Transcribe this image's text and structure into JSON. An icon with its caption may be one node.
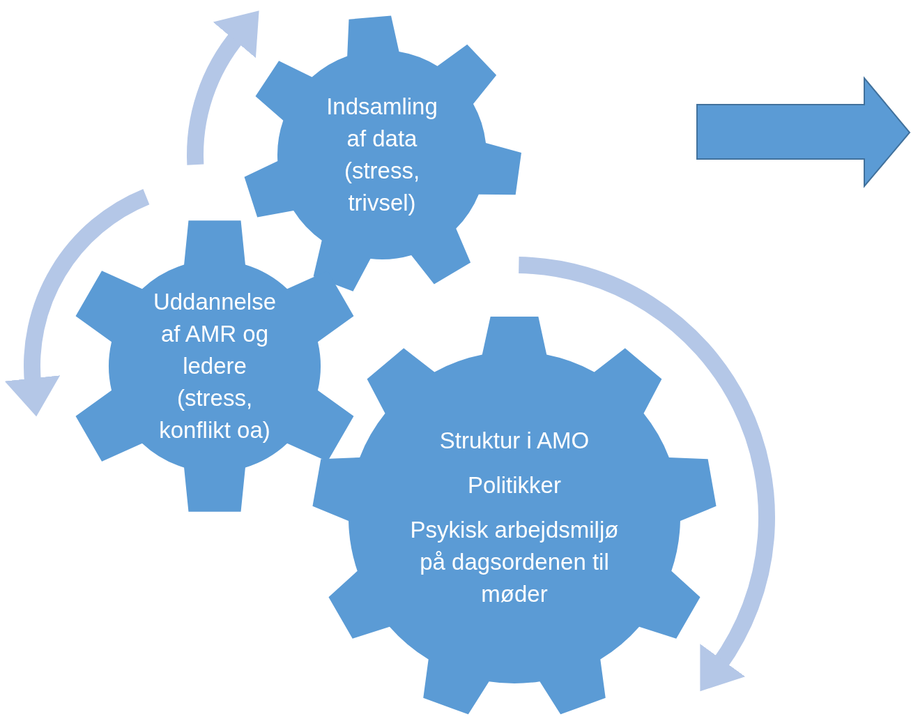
{
  "diagram": {
    "nodes": [
      {
        "text": [
          "Indsamling af data (stress, trivsel)"
        ]
      },
      {
        "text": [
          "Uddannelse af AMR og ledere (stress, konflikt oa)"
        ]
      },
      {
        "text": [
          "Struktur i AMO",
          "Politikker",
          "Psykisk arbejdsmiljø på dagsordenen til møder"
        ]
      }
    ]
  }
}
